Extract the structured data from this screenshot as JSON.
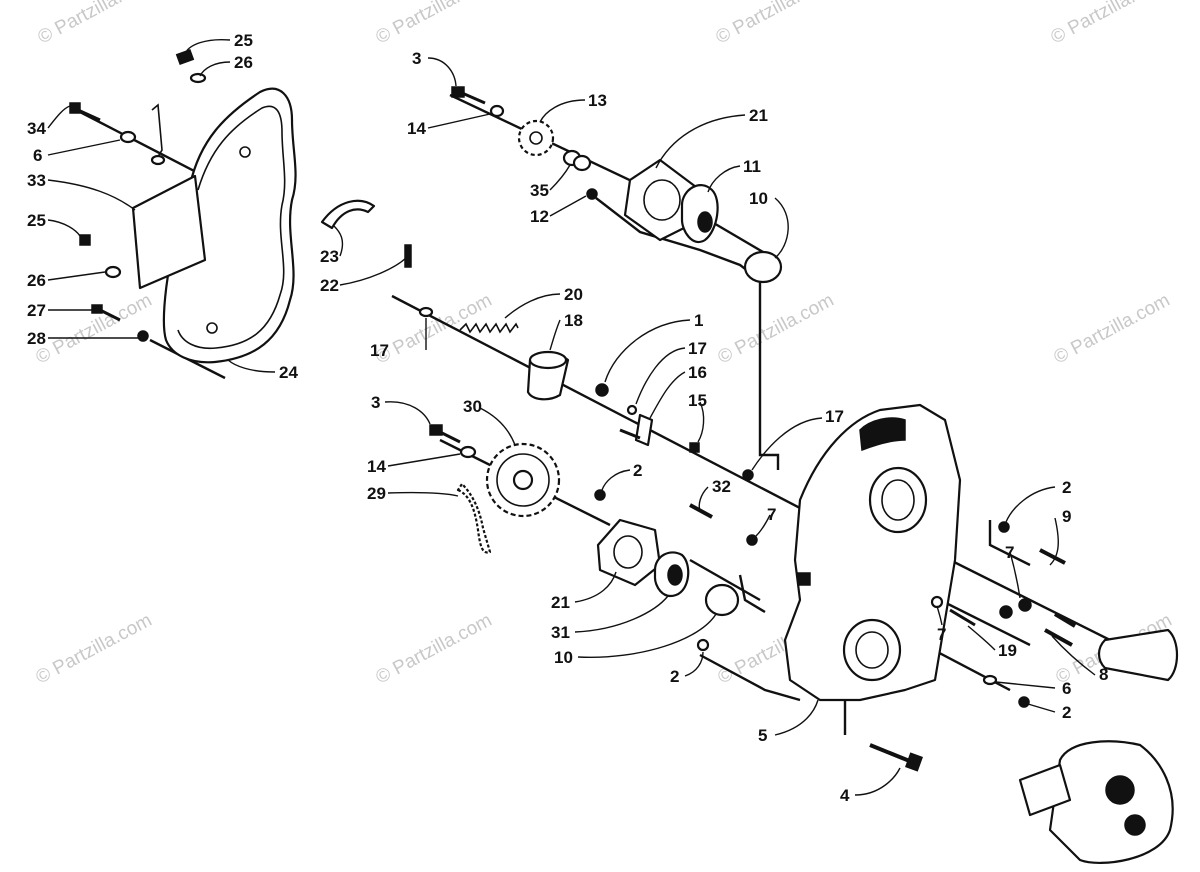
{
  "watermark": "© Partzilla.com",
  "callouts": [
    {
      "id": "c-25a",
      "label": "25"
    },
    {
      "id": "c-26a",
      "label": "26"
    },
    {
      "id": "c-34",
      "label": "34"
    },
    {
      "id": "c-6a",
      "label": "6"
    },
    {
      "id": "c-33",
      "label": "33"
    },
    {
      "id": "c-25b",
      "label": "25"
    },
    {
      "id": "c-26b",
      "label": "26"
    },
    {
      "id": "c-27",
      "label": "27"
    },
    {
      "id": "c-28",
      "label": "28"
    },
    {
      "id": "c-24",
      "label": "24"
    },
    {
      "id": "c-23",
      "label": "23"
    },
    {
      "id": "c-22",
      "label": "22"
    },
    {
      "id": "c-3a",
      "label": "3"
    },
    {
      "id": "c-14a",
      "label": "14"
    },
    {
      "id": "c-13",
      "label": "13"
    },
    {
      "id": "c-35",
      "label": "35"
    },
    {
      "id": "c-12",
      "label": "12"
    },
    {
      "id": "c-21a",
      "label": "21"
    },
    {
      "id": "c-11",
      "label": "11"
    },
    {
      "id": "c-10a",
      "label": "10"
    },
    {
      "id": "c-20",
      "label": "20"
    },
    {
      "id": "c-18",
      "label": "18"
    },
    {
      "id": "c-17a",
      "label": "17"
    },
    {
      "id": "c-1",
      "label": "1"
    },
    {
      "id": "c-17b",
      "label": "17"
    },
    {
      "id": "c-16",
      "label": "16"
    },
    {
      "id": "c-15",
      "label": "15"
    },
    {
      "id": "c-17c",
      "label": "17"
    },
    {
      "id": "c-3b",
      "label": "3"
    },
    {
      "id": "c-30",
      "label": "30"
    },
    {
      "id": "c-14b",
      "label": "14"
    },
    {
      "id": "c-29",
      "label": "29"
    },
    {
      "id": "c-2a",
      "label": "2"
    },
    {
      "id": "c-32",
      "label": "32"
    },
    {
      "id": "c-7a",
      "label": "7"
    },
    {
      "id": "c-21b",
      "label": "21"
    },
    {
      "id": "c-31",
      "label": "31"
    },
    {
      "id": "c-10b",
      "label": "10"
    },
    {
      "id": "c-2b",
      "label": "2"
    },
    {
      "id": "c-2c",
      "label": "2"
    },
    {
      "id": "c-9",
      "label": "9"
    },
    {
      "id": "c-7b",
      "label": "7"
    },
    {
      "id": "c-7c",
      "label": "7"
    },
    {
      "id": "c-19",
      "label": "19"
    },
    {
      "id": "c-8",
      "label": "8"
    },
    {
      "id": "c-6b",
      "label": "6"
    },
    {
      "id": "c-2d",
      "label": "2"
    },
    {
      "id": "c-5",
      "label": "5"
    },
    {
      "id": "c-4",
      "label": "4"
    }
  ]
}
